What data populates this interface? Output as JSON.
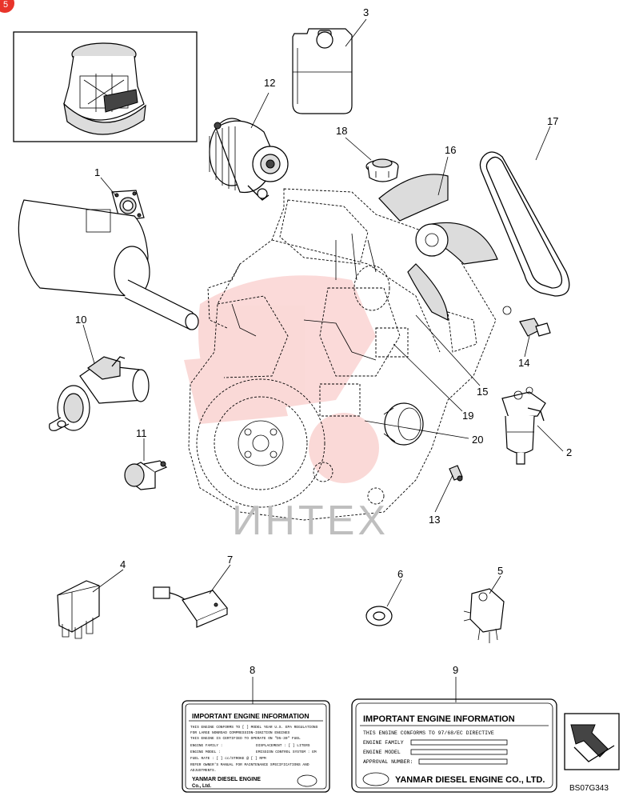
{
  "diagram": {
    "reference_code": "BS07G343",
    "watermark": "ИНТЕХ",
    "corner_badge": "5",
    "callouts": [
      {
        "id": "1",
        "text": "1"
      },
      {
        "id": "2",
        "text": "2"
      },
      {
        "id": "3",
        "text": "3"
      },
      {
        "id": "4",
        "text": "4"
      },
      {
        "id": "5",
        "text": "5"
      },
      {
        "id": "6",
        "text": "6"
      },
      {
        "id": "7",
        "text": "7"
      },
      {
        "id": "8",
        "text": "8"
      },
      {
        "id": "9",
        "text": "9"
      },
      {
        "id": "10",
        "text": "10"
      },
      {
        "id": "11",
        "text": "11"
      },
      {
        "id": "12",
        "text": "12"
      },
      {
        "id": "13",
        "text": "13"
      },
      {
        "id": "14",
        "text": "14"
      },
      {
        "id": "15",
        "text": "15"
      },
      {
        "id": "16",
        "text": "16"
      },
      {
        "id": "17",
        "text": "17"
      },
      {
        "id": "18",
        "text": "18"
      },
      {
        "id": "19",
        "text": "19"
      },
      {
        "id": "20",
        "text": "20"
      }
    ],
    "plate_small": {
      "title": "IMPORTANT ENGINE INFORMATION",
      "line1": "THIS ENGINE CONFORMS TO [ ] MODEL YEAR U.S. EPA REGULATIONS",
      "line2": "FOR LARGE NONROAD COMPRESSION-IGNITION ENGINES",
      "line3": "THIS ENGINE IS CERTIFIED TO OPERATE ON \"D5-30\" FUEL",
      "family": "ENGINE FAMILY :",
      "displacement": "DISPLACEMENT : [ ] LITERS",
      "model": "ENGINE MODEL :",
      "emission": "EMISSION CONTROL SYSTEM : EM",
      "fuel_rate": "FUEL RATE : [ ] cc/STROKE @ [ ] RPM",
      "refer": "REFER OWNER'S MANUAL FOR MAINTENANCE SPECIFICATIONS AND",
      "adjust": "ADJUSTMENTS.",
      "maker": "YANMAR DIESEL ENGINE",
      "maker2": "Co., Ltd."
    },
    "plate_large": {
      "title": "IMPORTANT ENGINE INFORMATION",
      "line1": "THIS ENGINE CONFORMS TO 97/68/EC DIRECTIVE",
      "family": "ENGINE FAMILY",
      "model": "ENGINE MODEL",
      "approval": "APPROVAL NUMBER:",
      "maker": "YANMAR DIESEL ENGINE CO., LTD."
    }
  }
}
